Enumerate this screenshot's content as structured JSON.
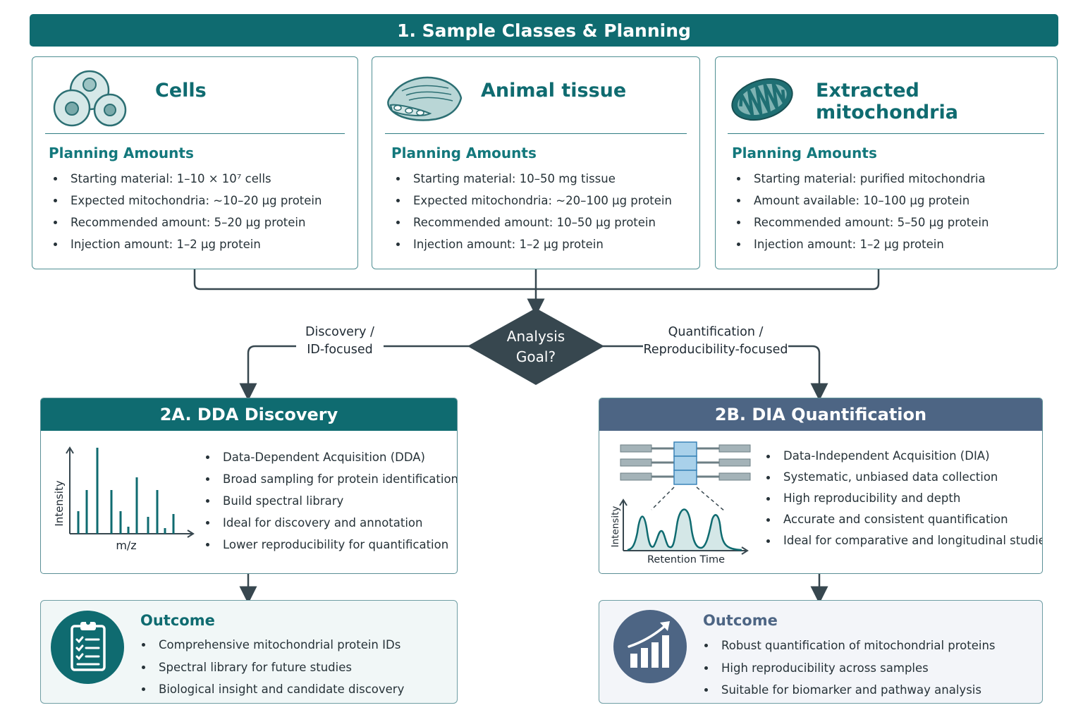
{
  "header": {
    "title": "1. Sample Classes & Planning"
  },
  "cards": [
    {
      "title": "Cells",
      "icon": "cells-icon",
      "subtitle": "Planning Amounts",
      "items": [
        "Starting material: 1–10 × 10⁷ cells",
        "Expected mitochondria: ~10–20 µg protein",
        "Recommended amount: 5–20 µg protein",
        "Injection amount: 1–2 µg protein"
      ]
    },
    {
      "title": "Animal tissue",
      "icon": "tissue-icon",
      "subtitle": "Planning Amounts",
      "items": [
        "Starting material: 10–50 mg tissue",
        "Expected mitochondria: ~20–100 µg protein",
        "Recommended amount: 10–50 µg protein",
        "Injection amount: 1–2 µg protein"
      ]
    },
    {
      "title": "Extracted mitochondria",
      "icon": "mitochondrion-icon",
      "subtitle": "Planning Amounts",
      "items": [
        "Starting material: purified mitochondria",
        "Amount available: 10–100 µg protein",
        "Recommended amount: 5–50 µg protein",
        "Injection amount: 1–2 µg protein"
      ]
    }
  ],
  "decision": {
    "label": "Analysis Goal?",
    "left_branch": "Discovery / ID-focused",
    "right_branch": "Quantification / Reproducibility-focused"
  },
  "dda": {
    "title": "2A. DDA Discovery",
    "chart": {
      "xlabel": "m/z",
      "ylabel": "Intensity"
    },
    "items": [
      "Data-Dependent Acquisition (DDA)",
      "Broad sampling for protein identification",
      "Build spectral library",
      "Ideal for discovery and annotation",
      "Lower reproducibility for quantification"
    ],
    "outcome": {
      "title": "Outcome",
      "icon": "clipboard-checklist-icon",
      "items": [
        "Comprehensive mitochondrial protein IDs",
        "Spectral library for future studies",
        "Biological insight and candidate discovery"
      ]
    }
  },
  "dia": {
    "title": "2B. DIA Quantification",
    "chart": {
      "xlabel": "Retention Time",
      "ylabel": "Intensity"
    },
    "items": [
      "Data-Independent Acquisition (DIA)",
      "Systematic, unbiased data collection",
      "High reproducibility and depth",
      "Accurate and consistent quantification",
      "Ideal for comparative and longitudinal studies"
    ],
    "outcome": {
      "title": "Outcome",
      "icon": "growth-chart-icon",
      "items": [
        "Robust quantification of mitochondrial proteins",
        "High reproducibility across samples",
        "Suitable for biomarker and pathway analysis"
      ]
    }
  },
  "colors": {
    "teal": "#0f6b70",
    "slate": "#4d6584",
    "outcome_dda_bg": "#f1f7f7",
    "outcome_dia_bg": "#f3f5f9"
  }
}
